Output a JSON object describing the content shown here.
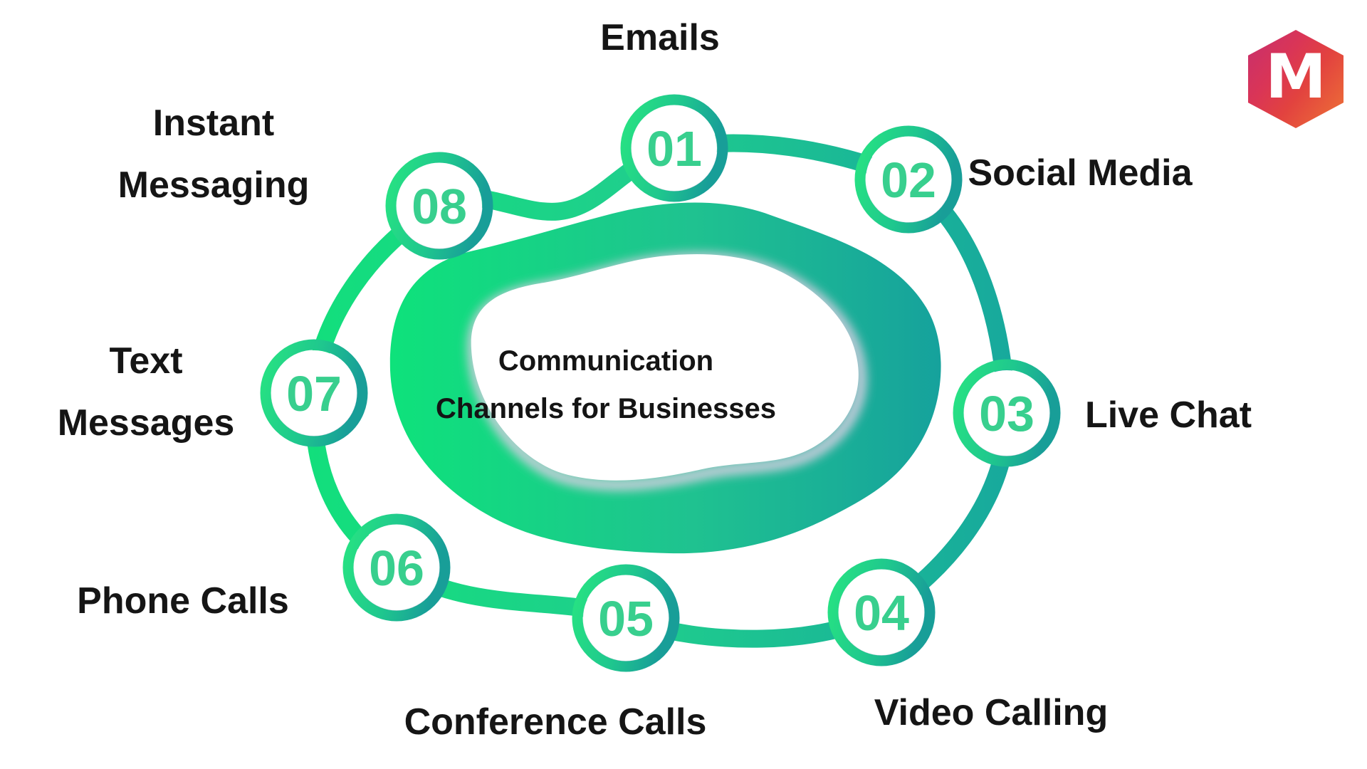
{
  "title": {
    "line1": "Communication",
    "line2": "Channels for Businesses"
  },
  "nodes": [
    {
      "number": "01",
      "label": "Emails"
    },
    {
      "number": "02",
      "label": "Social Media"
    },
    {
      "number": "03",
      "label": "Live Chat"
    },
    {
      "number": "04",
      "label": "Video Calling"
    },
    {
      "number": "05",
      "label": "Conference Calls"
    },
    {
      "number": "06",
      "label": "Phone Calls"
    },
    {
      "number": "07",
      "label": "Text Messages"
    },
    {
      "number": "08",
      "label": "Instant Messaging"
    }
  ],
  "logo": {
    "letter": "M"
  },
  "colors": {
    "green_bright": "#0ee27b",
    "green_mid": "#1fcf8c",
    "teal": "#17a39c",
    "number_green": "#38cf8e",
    "halo_lavender": "#d9d3e3",
    "text_dark": "#151515",
    "logo_gradient_start": "#c62f6f",
    "logo_gradient_end": "#ee7436"
  }
}
